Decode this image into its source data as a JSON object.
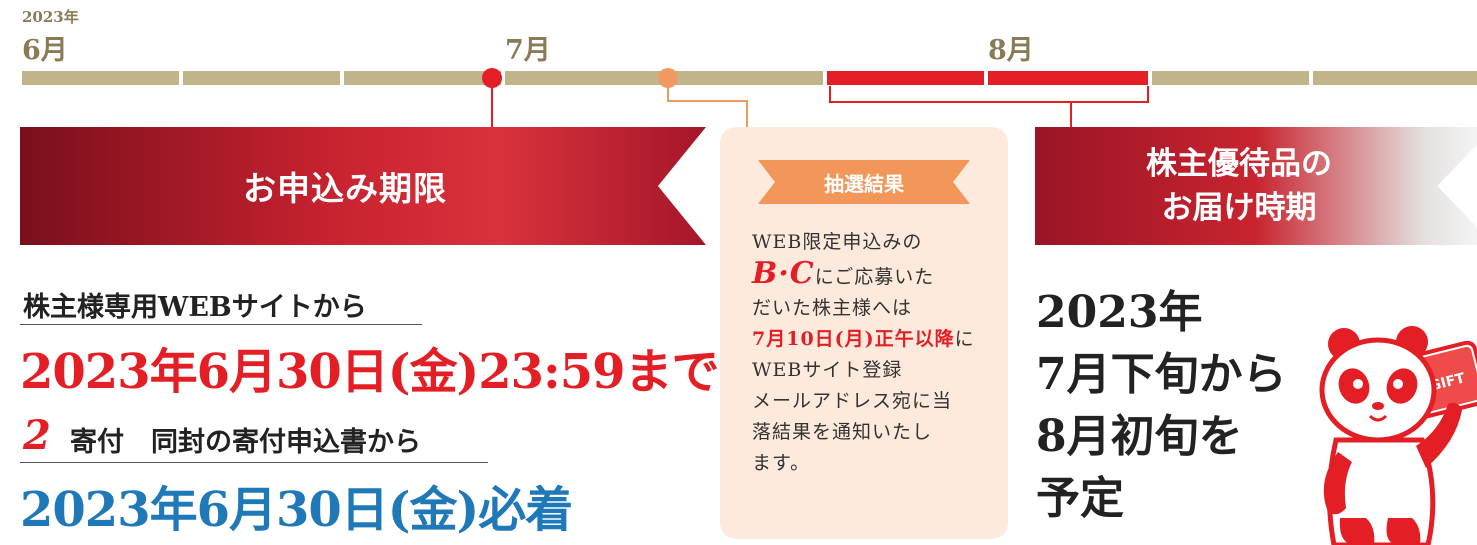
{
  "timeline": {
    "year": "2023年",
    "months": [
      "6月",
      "7月",
      "8月"
    ],
    "colors": {
      "track": "#c2b489",
      "highlight": "#e31e25",
      "lottery": "#f09a61"
    }
  },
  "deadline": {
    "banner": "お申込み期限",
    "web_label": "株主様専用WEBサイトから",
    "web_date": "2023年6月30日(金)23:59まで",
    "donation_number": "2",
    "donation_label": "寄付　同封の寄付申込書から",
    "donation_date": "2023年6月30日(金)必着"
  },
  "lottery": {
    "title": "抽選結果",
    "line1": "WEB限定申込みの",
    "bc": "B·C",
    "line2": "にご応募いた",
    "line3": "だいた株主様へは",
    "highlight": "7月10日(月)正午以降",
    "line4": "にWEBサイト登録",
    "line5": "メールアドレス宛に当",
    "line6": "落結果を通知いたし",
    "line7": "ます。"
  },
  "delivery": {
    "banner_line1": "株主優待品の",
    "banner_line2": "お届け時期",
    "lines": [
      "2023年",
      "7月下旬から",
      "8月初旬を",
      "予定"
    ]
  },
  "mascot": {
    "gift_text": "GIFT"
  }
}
